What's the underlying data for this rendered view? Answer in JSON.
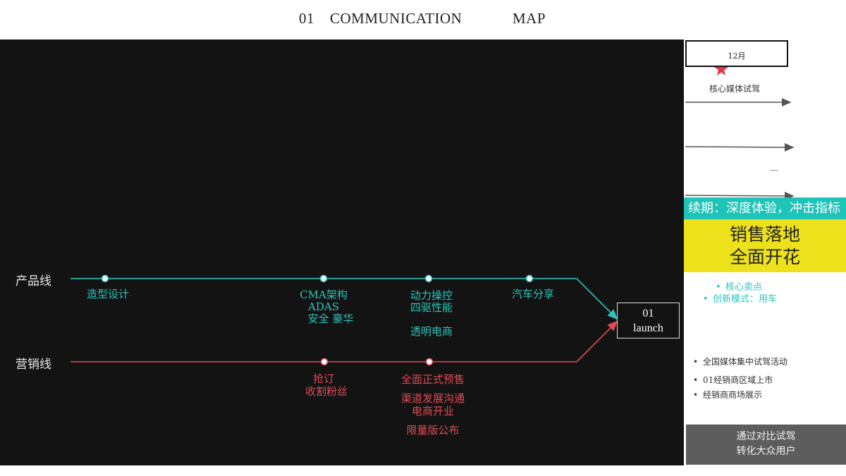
{
  "title": {
    "number": "01",
    "word1": "COMMUNICATION",
    "word2": "MAP"
  },
  "lines": {
    "product": "产品线",
    "marketing": "营销线"
  },
  "product_milestones": [
    {
      "lines": [
        "造型设计"
      ]
    },
    {
      "lines": [
        "CMA架构",
        "ADAS",
        "安全 豪华"
      ]
    },
    {
      "lines": [
        "动力操控",
        "四驱性能",
        "",
        "透明电商"
      ]
    },
    {
      "lines": [
        "汽车分享"
      ]
    }
  ],
  "marketing_milestones": [
    {
      "lines": [
        "抢订",
        "收割粉丝"
      ]
    },
    {
      "lines": [
        "全面正式预售",
        "",
        "渠道发展沟通",
        "电商开业",
        "",
        "限量版公布"
      ]
    }
  ],
  "launch": {
    "number": "01",
    "label": "launch"
  },
  "side": {
    "month": "12月",
    "star_event": "核心媒体试驾",
    "dash": "—",
    "phase": "续期：深度体验，冲击指标",
    "headline": [
      "销售落地",
      "全面开花"
    ],
    "teal_bullets": [
      "核心卖点",
      "创新模式：用车"
    ],
    "dark_bullets": [
      "全国媒体集中试驾活动",
      "01经销商区域上市",
      "经销商商场展示"
    ],
    "footer": [
      "通过对比试驾",
      "转化大众用户"
    ]
  },
  "colors": {
    "teal": "#2cc5bb",
    "red": "#e04b55",
    "panel": "#131313",
    "yellow": "#ece11b",
    "phase": "#1ec4b7",
    "star": "#e8344a"
  }
}
